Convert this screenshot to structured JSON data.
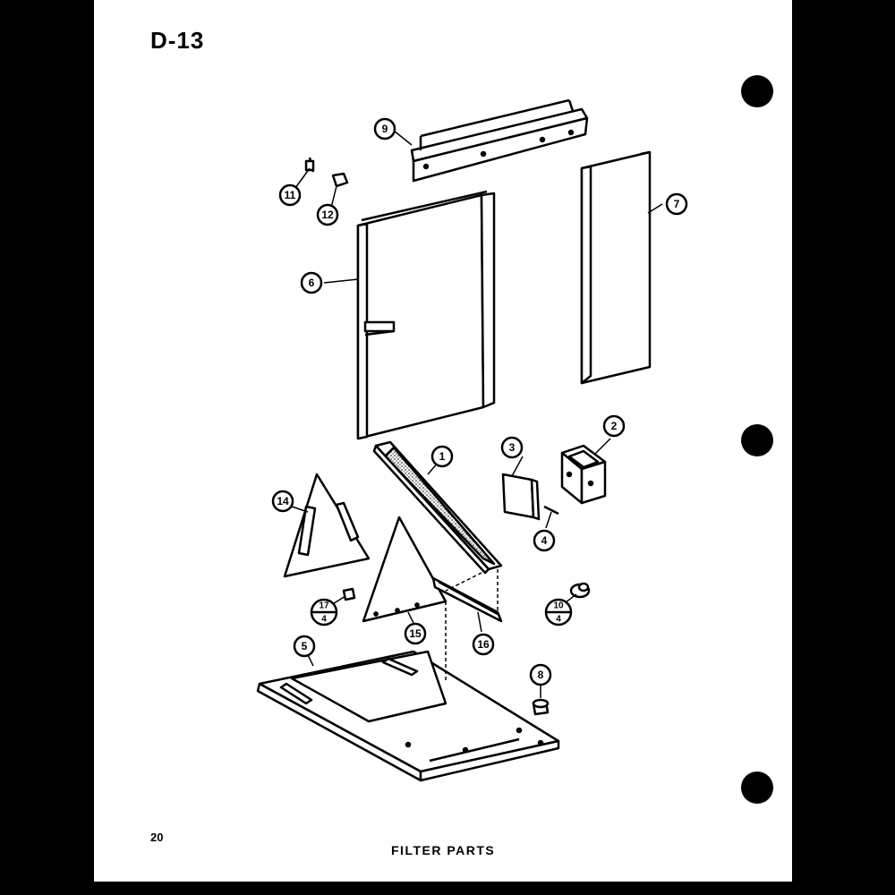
{
  "header": {
    "title": "D-13"
  },
  "footer": {
    "page_number": "20",
    "caption": "FILTER PARTS"
  },
  "callouts": {
    "c1": "1",
    "c2": "2",
    "c3": "3",
    "c4": "4",
    "c5": "5",
    "c6": "6",
    "c7": "7",
    "c8": "8",
    "c9": "9",
    "c10_top": "10",
    "c10_bottom": "4",
    "c11": "11",
    "c12": "12",
    "c14": "14",
    "c15": "15",
    "c16": "16",
    "c17_top": "17",
    "c17_bottom": "4"
  }
}
